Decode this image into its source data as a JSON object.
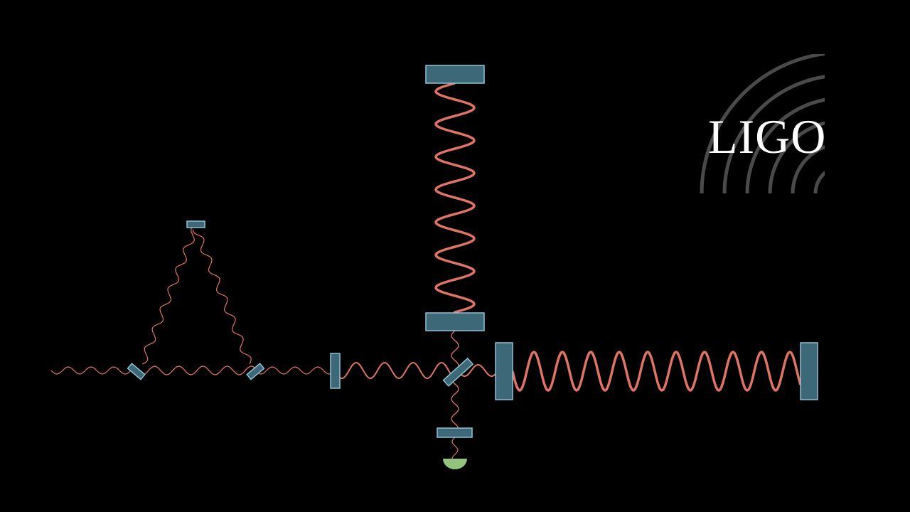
{
  "logo": {
    "text": "LIGO",
    "icon": "wave-arcs-icon"
  },
  "colors": {
    "background": "#000000",
    "laser": "#e07464",
    "mirror_fill": "#3d6878",
    "mirror_stroke": "#8fc3d4",
    "detector": "#93c47d",
    "arcs": "#4a4a4a",
    "logo_text": "#ffffff"
  },
  "components": [
    "input-laser-beam",
    "mode-cleaner-cavity",
    "power-recycling-mirror",
    "beam-splitter",
    "vertical-arm-cavity",
    "horizontal-arm-cavity",
    "photodetector"
  ]
}
